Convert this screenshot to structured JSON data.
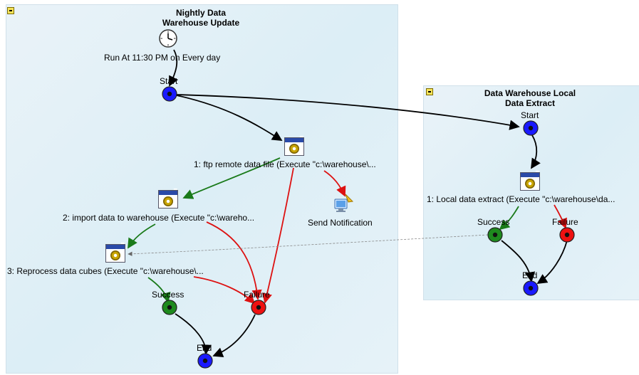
{
  "groups": [
    {
      "id": "g1",
      "title": "Nightly Data Warehouse Update"
    },
    {
      "id": "g2",
      "title": "Data Warehouse Local Data Extract"
    }
  ],
  "g1": {
    "title_line1": "Nightly Data",
    "title_line2": "Warehouse Update",
    "schedule_label": "Run At 11:30 PM on Every day",
    "start_label": "Start",
    "task1_label": "1: ftp remote data file (Execute \"c:\\warehouse\\...",
    "task2_label": "2: import data to warehouse (Execute \"c:\\wareho...",
    "task3_label": "3: Reprocess data cubes (Execute \"c:\\warehouse\\...",
    "notify_label": "Send Notification",
    "success_label": "Success",
    "failure_label": "Failure",
    "end_label": "End"
  },
  "g2": {
    "title_line1": "Data Warehouse Local",
    "title_line2": "Data Extract",
    "start_label": "Start",
    "task1_label": "1: Local data extract (Execute \"c:\\warehouse\\da...",
    "success_label": "Success",
    "failure_label": "Failure",
    "end_label": "End"
  },
  "icons": [
    "collapse-icon",
    "clock-icon",
    "task-icon",
    "notification-icon"
  ],
  "colors": {
    "start_end": "#1a1aff",
    "success": "#1e8a1e",
    "failure": "#ee1111",
    "link_black": "#000000",
    "link_green": "#1a7a1a",
    "link_red": "#dd1111",
    "link_dashed": "#888888"
  }
}
